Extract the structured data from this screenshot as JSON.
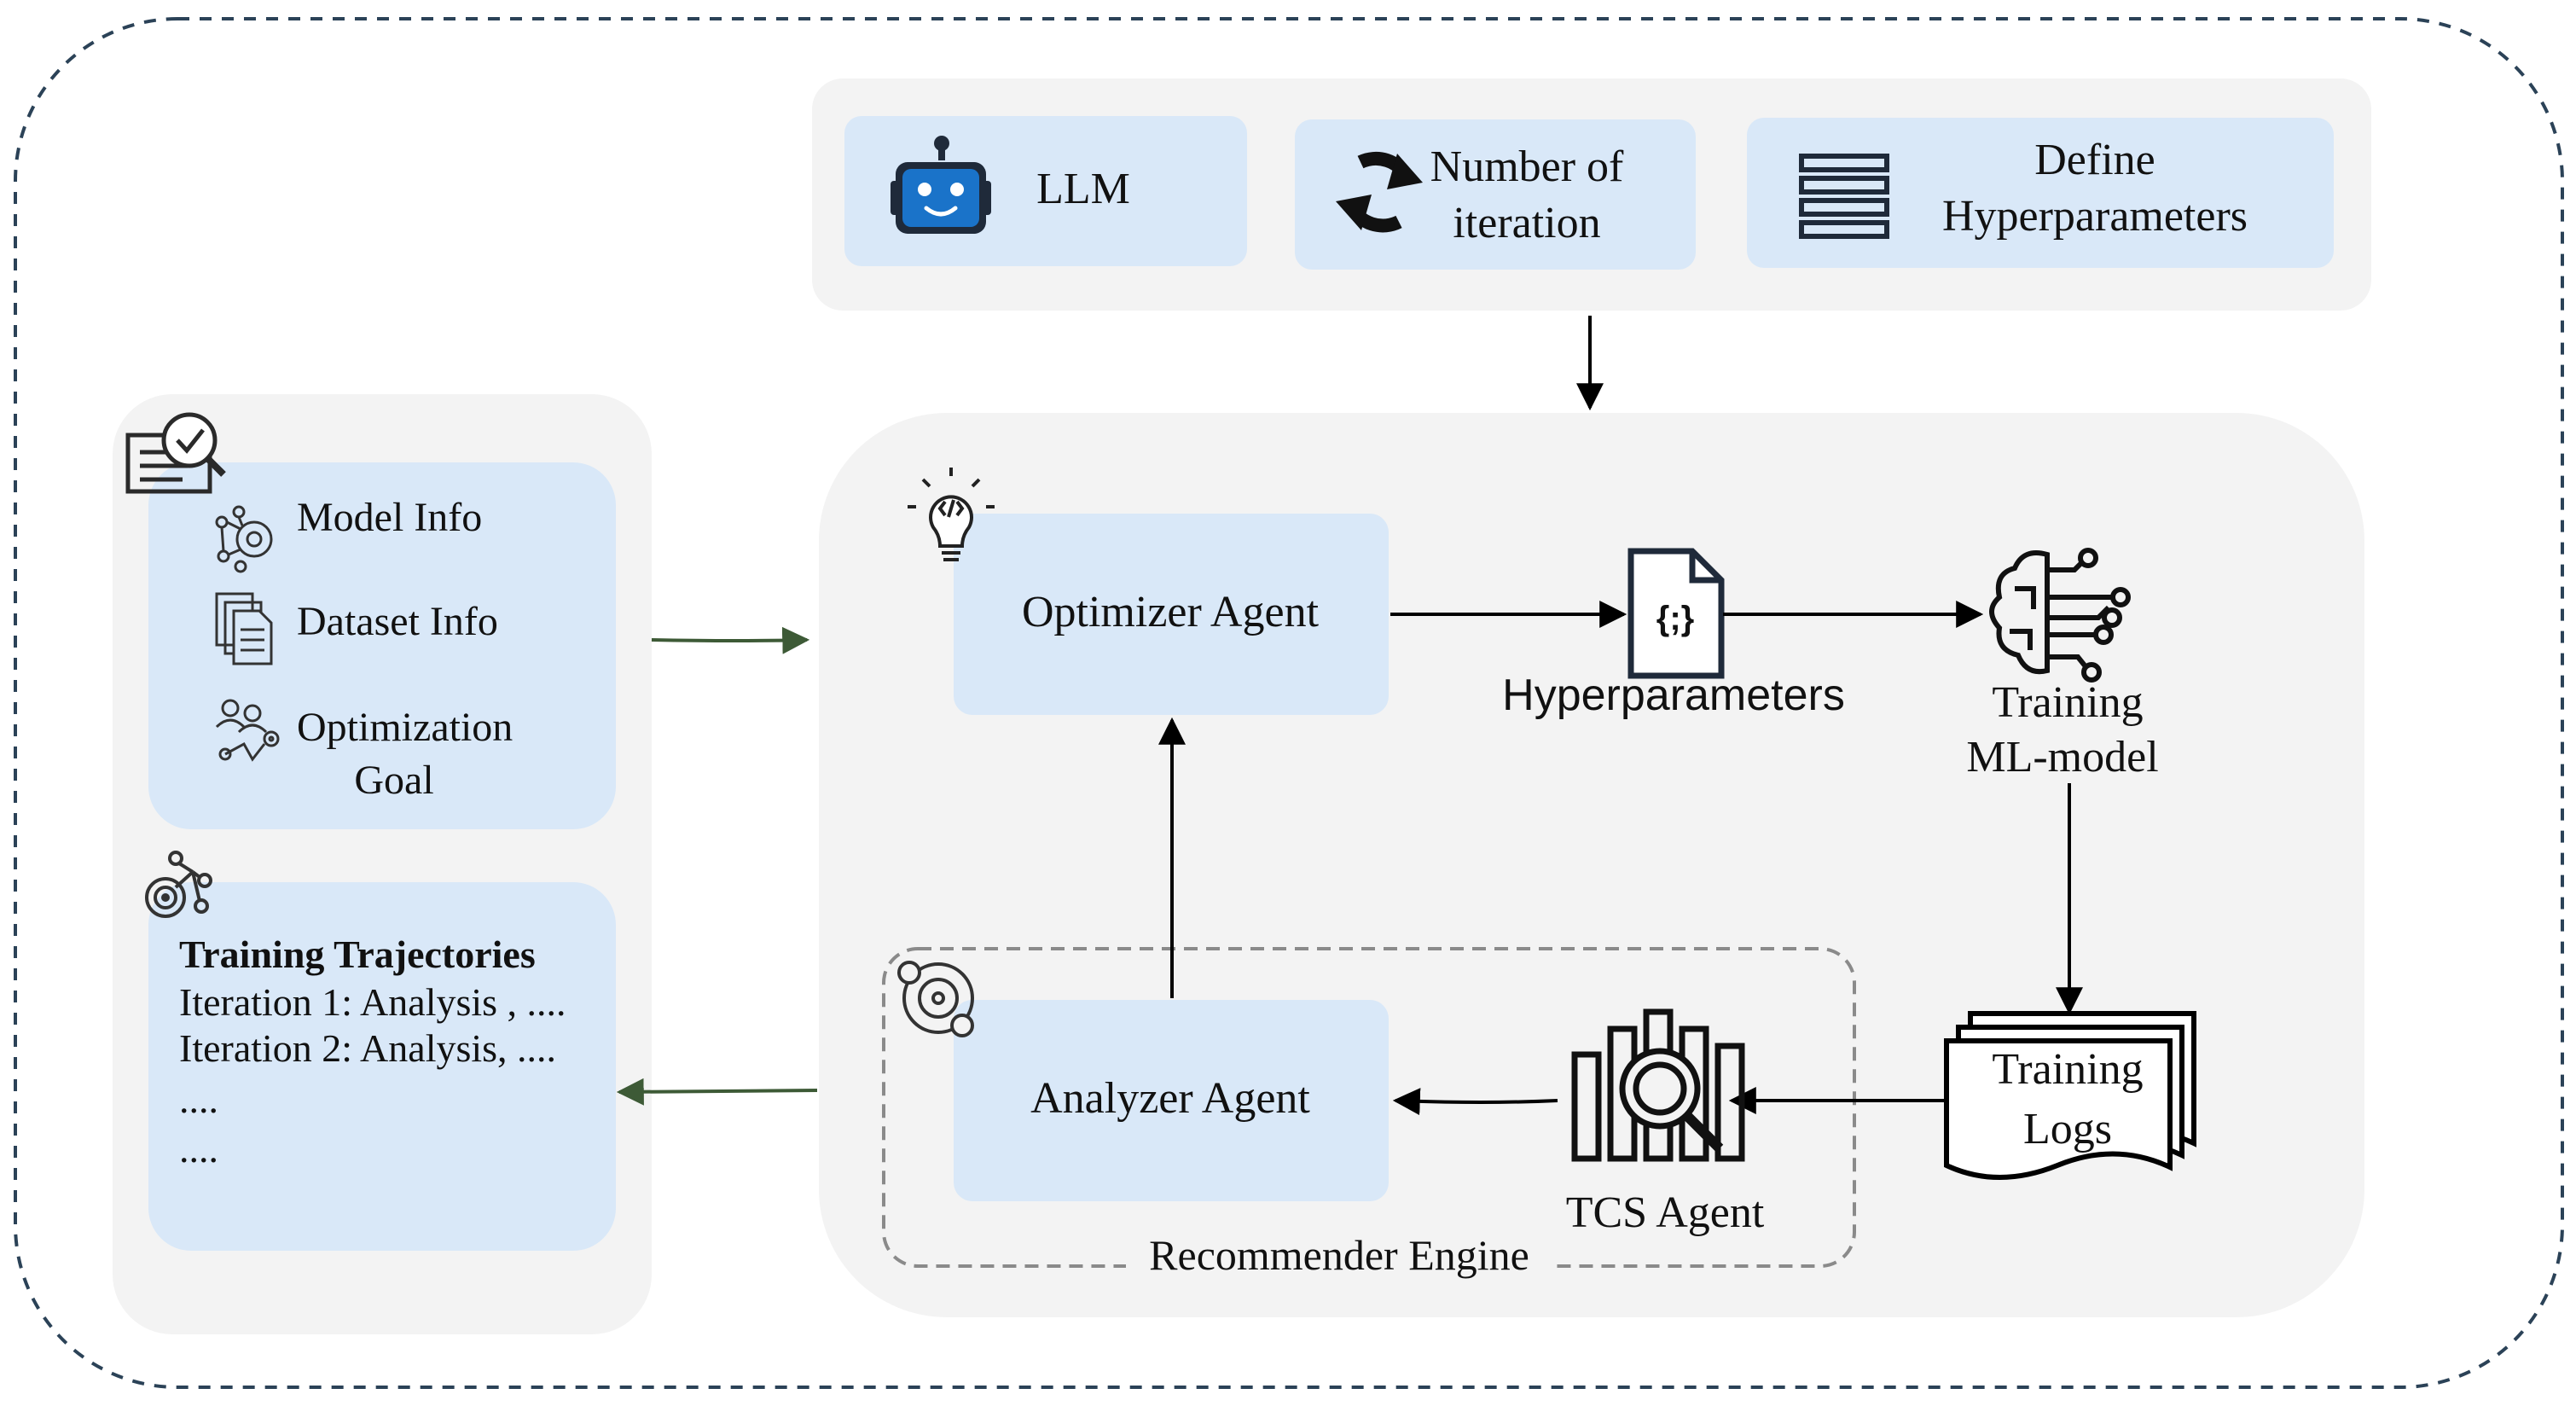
{
  "top_inputs": {
    "llm": "LLM",
    "iterations_line1": "Number of",
    "iterations_line2": "iteration",
    "define_line1": "Define",
    "define_line2": "Hyperparameters"
  },
  "left_panel": {
    "model_info": "Model Info",
    "dataset_info": "Dataset Info",
    "goal_line1": "Optimization",
    "goal_line2": "Goal",
    "trajectories_title": "Training Trajectories",
    "trajectory_lines": [
      "Iteration 1: Analysis , ....",
      "Iteration 2: Analysis, ....",
      "....",
      "...."
    ]
  },
  "center": {
    "optimizer_agent": "Optimizer Agent",
    "hyperparameters": "Hyperparameters",
    "file_glyph": "{;}",
    "training_line1": "Training",
    "training_line2": "ML-model",
    "logs_line1": "Training",
    "logs_line2": "Logs",
    "tcs_agent": "TCS Agent",
    "analyzer_agent": "Analyzer Agent",
    "recommender_engine": "Recommender Engine"
  },
  "colors": {
    "outer_border": "#2b4257",
    "panel_bg": "#f3f3f3",
    "box_bg": "#d9e8f8",
    "green_arrow": "#3d5a36",
    "robot_blue": "#1a73c9"
  }
}
